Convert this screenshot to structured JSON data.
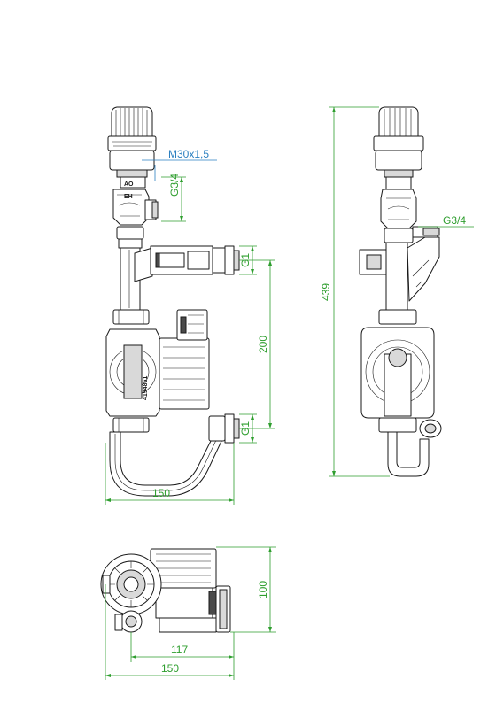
{
  "colors": {
    "dimension": "#2e9e2e",
    "thread_callout": "#2a7fc0",
    "outline": "#1a1a1a",
    "background": "#ffffff"
  },
  "front_view": {
    "thread_top": "M30x1,5",
    "connection_side": "G3/4",
    "connection_upper": "G1",
    "connection_lower": "G1",
    "height_between_connections": "200",
    "width_overall": "150",
    "pump_marking": "4194861"
  },
  "side_view": {
    "connection_side": "G3/4",
    "height_overall": "439"
  },
  "top_view": {
    "depth": "100",
    "offset_width": "117",
    "width_overall": "150"
  }
}
